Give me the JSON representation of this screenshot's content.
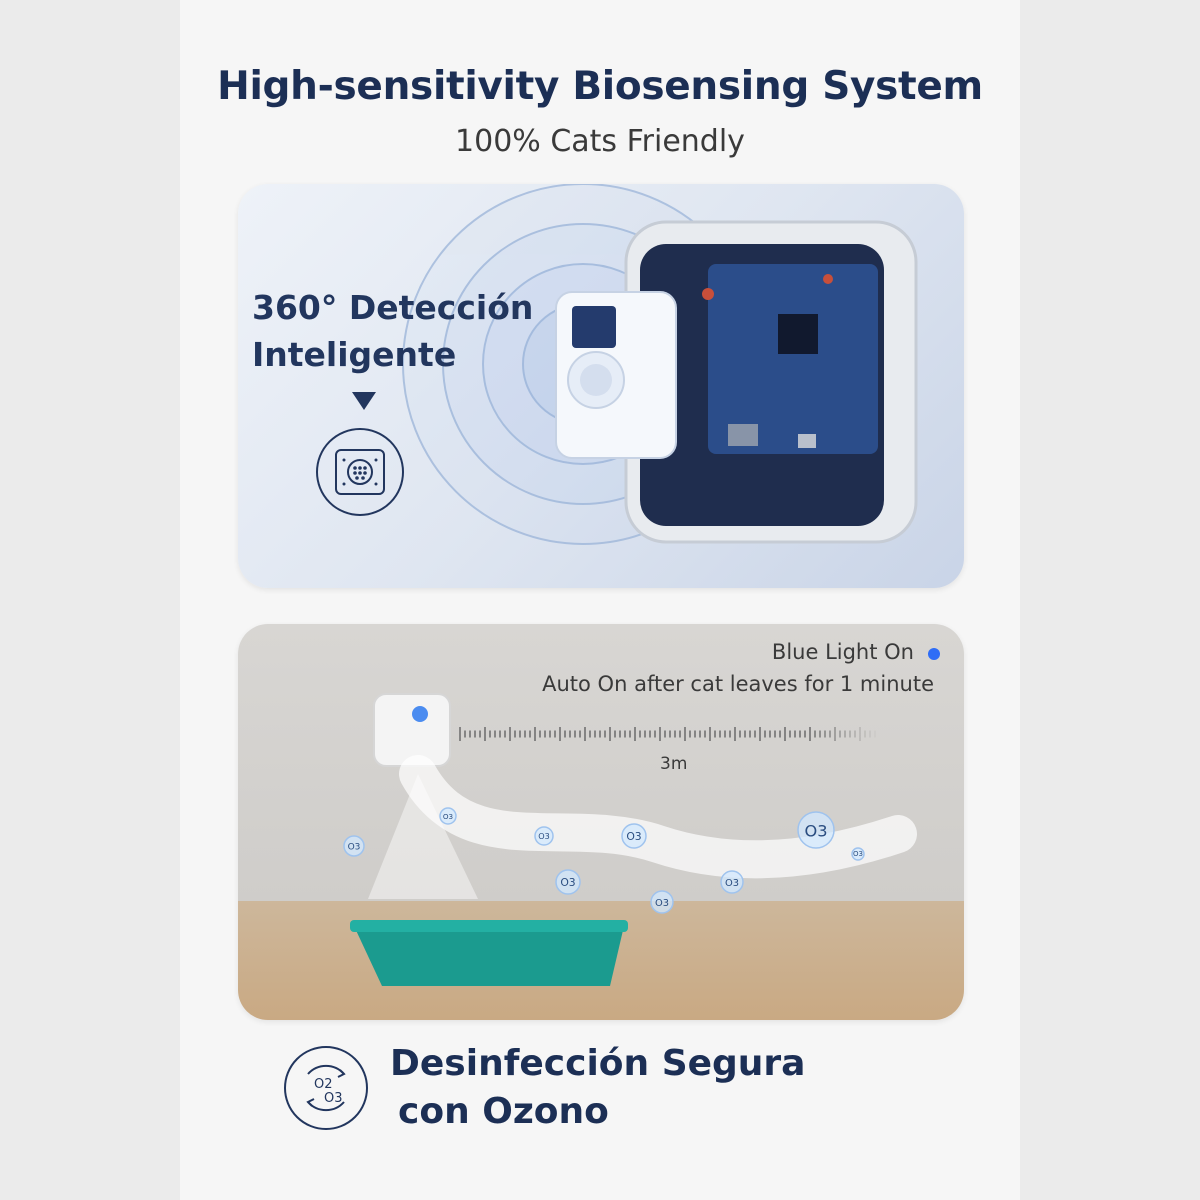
{
  "header": {
    "title": "High-sensitivity Biosensing System",
    "subtitle": "100% Cats Friendly"
  },
  "sensor_panel": {
    "label_line1": "360° Detección",
    "label_line2": "Inteligente",
    "icon": "sensor-grid-icon"
  },
  "ozone_panel": {
    "light_label": "Blue Light On",
    "auto_label": "Auto On after cat leaves for 1 minute",
    "distance": "3m",
    "molecule_label": "O3",
    "indicator_color": "#2f6df6"
  },
  "footer": {
    "title_line1": "Desinfección Segura",
    "title_line2": "con Ozono",
    "icon": "ozone-cycle-icon",
    "icon_o2": "O2",
    "icon_o3": "O3"
  },
  "colors": {
    "heading": "#1c2f55",
    "box_teal": "#1b9b8f"
  }
}
